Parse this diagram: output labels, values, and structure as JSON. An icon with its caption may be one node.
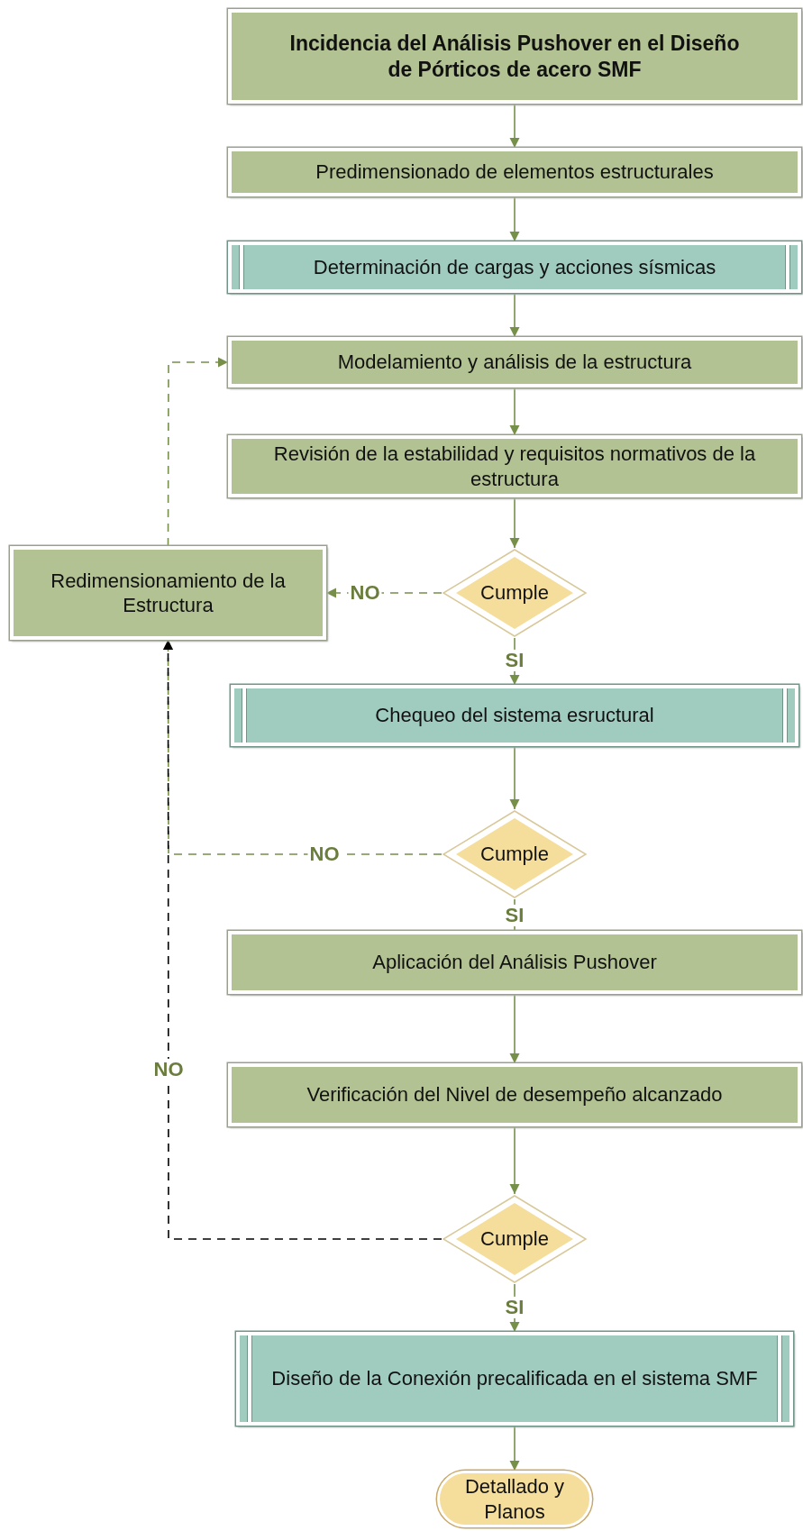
{
  "diagram": {
    "nodes": [
      {
        "text": [
          "Incidencia del Análisis Pushover en el Diseño de Pórticos de acero SMF"
        ]
      },
      {
        "text": [
          "Predimensionado de elementos estructurales"
        ]
      },
      {
        "text": [
          "Determinación de cargas y acciones sísmicas"
        ]
      },
      {
        "text": [
          "Modelamiento y análisis de la estructura"
        ]
      },
      {
        "text": [
          "Revisión de la estabilidad y requisitos normativos de la estructura"
        ]
      },
      {
        "text": [
          "Cumple"
        ]
      },
      {
        "text": [
          "Redimensionamiento de la Estructura"
        ]
      },
      {
        "text": [
          "Chequeo del sistema esructural"
        ]
      },
      {
        "text": [
          "Cumple"
        ]
      },
      {
        "text": [
          "Aplicación del Análisis Pushover"
        ]
      },
      {
        "text": [
          "Verificación del Nivel de desempeño alcanzado"
        ]
      },
      {
        "text": [
          "Cumple"
        ]
      },
      {
        "text": [
          "Diseño de la Conexión precalificada en el sistema SMF"
        ]
      },
      {
        "text": [
          "Detallado y Planos"
        ]
      }
    ],
    "edges": [
      {
        "from": 0,
        "to": 1,
        "arrow": "to"
      },
      {
        "from": 1,
        "to": 2,
        "arrow": "to"
      },
      {
        "from": 2,
        "to": 3,
        "arrow": "to"
      },
      {
        "from": 3,
        "to": 4,
        "arrow": "to"
      },
      {
        "from": 4,
        "to": 5,
        "arrow": "to"
      },
      {
        "from": 5,
        "to": 6,
        "arrow": "to",
        "label": "NO",
        "style": "dashed"
      },
      {
        "from": 5,
        "to": 7,
        "arrow": "to",
        "label": "SI"
      },
      {
        "from": 7,
        "to": 8,
        "arrow": "to"
      },
      {
        "from": 8,
        "to": 6,
        "arrow": "to",
        "label": "NO",
        "style": "dashed"
      },
      {
        "from": 8,
        "to": 9,
        "arrow": "none",
        "label": "SI"
      },
      {
        "from": 9,
        "to": 10,
        "arrow": "to"
      },
      {
        "from": 10,
        "to": 11,
        "arrow": "to"
      },
      {
        "from": 11,
        "to": 6,
        "arrow": "to",
        "label": "NO",
        "style": "dashed",
        "color": "#000000"
      },
      {
        "from": 11,
        "to": 12,
        "arrow": "to",
        "label": "SI"
      },
      {
        "from": 12,
        "to": 13,
        "arrow": "to"
      },
      {
        "from": 6,
        "to": 3,
        "arrow": "to",
        "style": "dashed"
      }
    ]
  }
}
